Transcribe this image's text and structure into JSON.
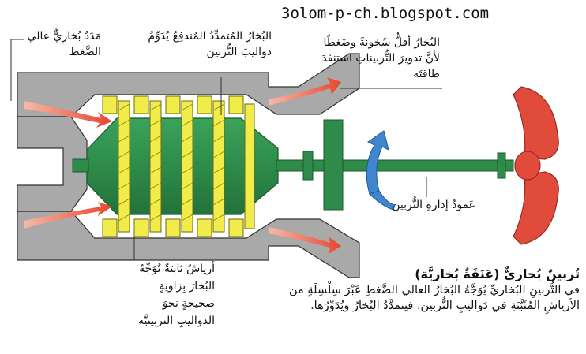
{
  "watermark": "3olom-p-ch.blogspot.com",
  "labels": {
    "supply": [
      "مَدَدٌ بُخارِيٌّ عالي",
      "الضَّغط"
    ],
    "expanding_steam": [
      "البُخارُ المُتمدِّدُ المُندفِعُ يُدَوِّمُ",
      "دواليبَ التُّربين"
    ],
    "exhaust": [
      "البُخارُ أقلُّ سُخونةً وضَغطًا",
      "لأنَّ تدويرَ التُّربيناتِ استنفَدَ",
      "طاقتَه"
    ],
    "shaft": "عَمودُ إدارةِ التُّربين",
    "fixed_blades": [
      "أرياشٌ ثابتةٌ تُوَجِّهُ",
      "البُخارَ بِزاويةٍ",
      "صحيحةٍ نحوَ",
      "الدواليبِ التربينيَّة"
    ]
  },
  "caption": {
    "title": "تُربينٌ بُخاريٌّ (عَنَفَةٌ بُخاريَّة)",
    "lines": [
      "في التُّربينِ البُخاريِّ يُوَجَّهُ البُخارُ العالي الضَّغطِ عَبْرَ سِلْسِلَةٍ من",
      "الأرياشِ المُثَبَّتَةِ في دَواليبِ التُّربين. فيتمدَّدُ البُخارُ ويُدَوِّرُها."
    ]
  },
  "colors": {
    "casing": "#a9a9a9",
    "rotor": "#2e8b4a",
    "blades": "#f2ec4a",
    "flow_arrow": "#e8452e",
    "rotation_arrow": "#3f86cf",
    "propeller": "#e14b3b"
  }
}
